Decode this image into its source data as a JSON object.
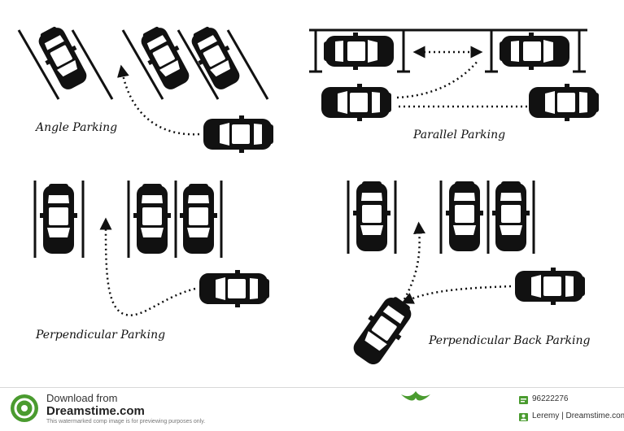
{
  "labels": {
    "angle": "Angle Parking",
    "parallel": "Parallel Parking",
    "perpendicular": "Perpendicular Parking",
    "perpendicular_back": "Perpendicular Back Parking"
  },
  "footer": {
    "download_from": "Download from",
    "site": "Dreamstime.com",
    "note": "This watermarked comp image is for previewing purposes only.",
    "image_id": "96222276",
    "credit": "Leremy | Dreamstime.com"
  },
  "colors": {
    "ink": "#111111",
    "window": "#ffffff",
    "brand_green": "#4a9b2f"
  },
  "icons": [
    "car-icon",
    "dreamstime-logo-icon",
    "id-badge-icon",
    "user-badge-icon",
    "bird-watermark-icon"
  ]
}
